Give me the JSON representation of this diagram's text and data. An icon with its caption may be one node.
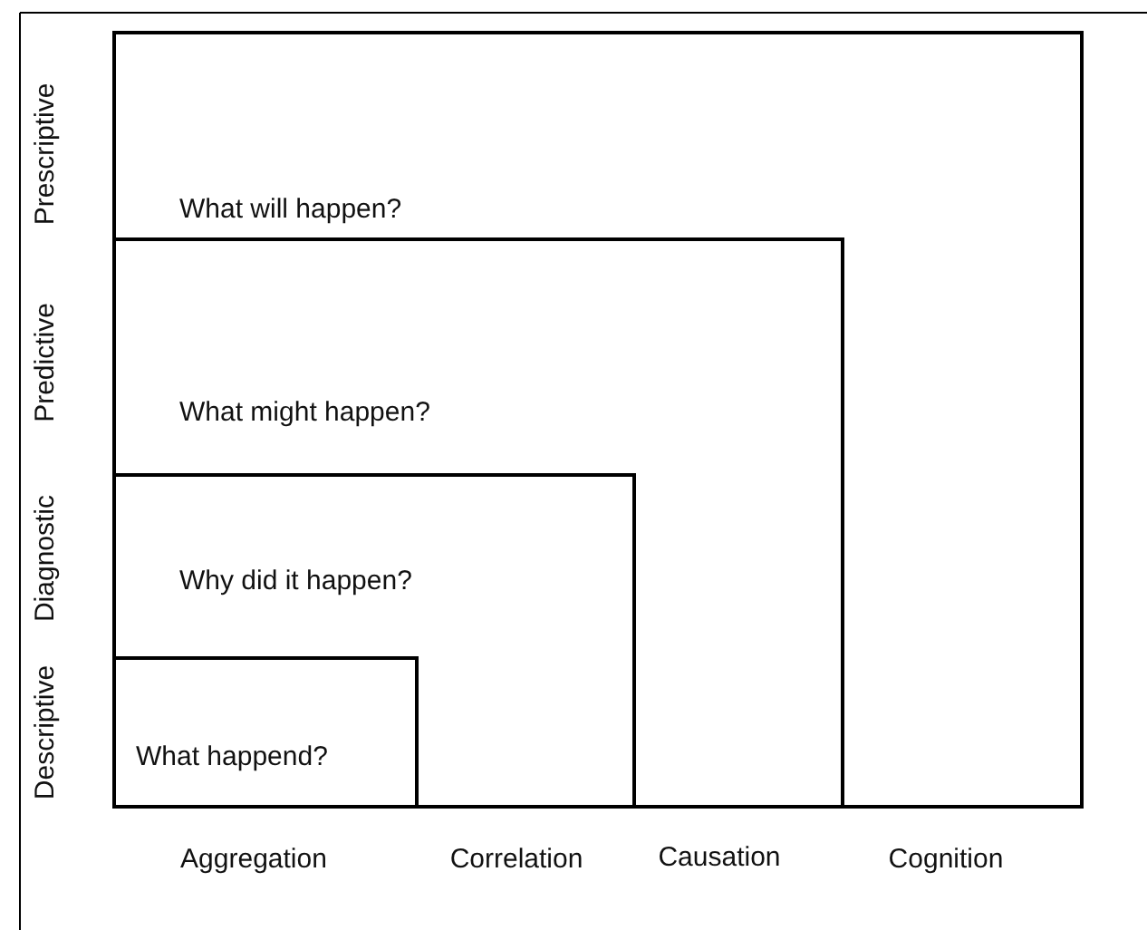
{
  "diagram": {
    "nodes": [
      {
        "text": [
          "What will happen?"
        ]
      },
      {
        "text": [
          "What might happen?"
        ],
        "in": 0
      },
      {
        "text": [
          "Why did it happen?"
        ],
        "in": 1
      },
      {
        "text": [
          "What happend?"
        ],
        "in": 2
      }
    ],
    "labels": [
      "Prescriptive",
      "Predictive",
      "Diagnostic",
      "Descriptive",
      "Aggregation",
      "Correlation",
      "Causation",
      "Cognition"
    ]
  }
}
